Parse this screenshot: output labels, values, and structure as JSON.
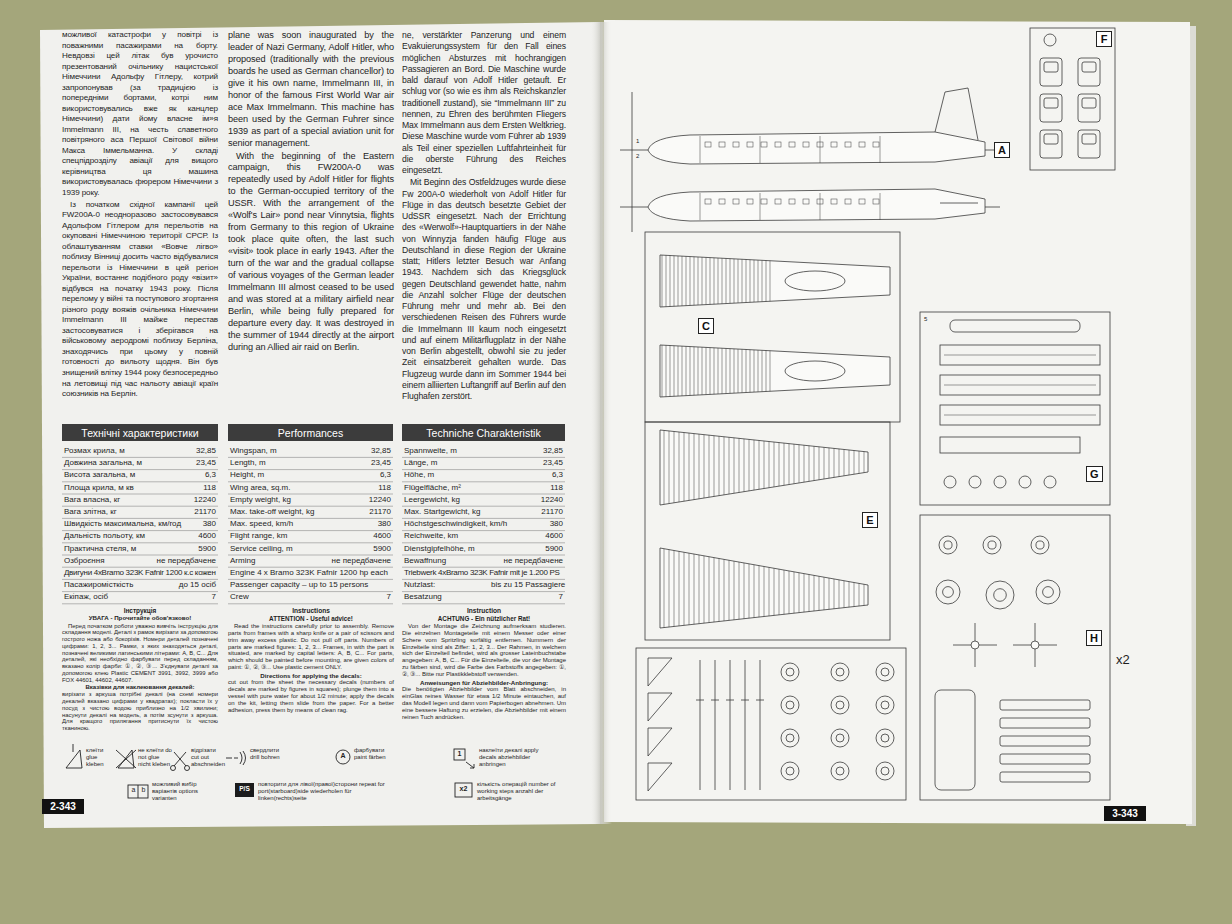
{
  "diagram": {
    "nodes": [
      {
        "text": [
          "Технічні характеристики"
        ]
      },
      {
        "text": [
          "Performances"
        ]
      },
      {
        "text": [
          "Techniche Charakteristik"
        ]
      },
      {
        "text": [
          "2-343"
        ]
      },
      {
        "text": [
          "A"
        ]
      },
      {
        "text": [
          "F"
        ]
      },
      {
        "text": [
          "C"
        ]
      },
      {
        "text": [
          "G"
        ]
      },
      {
        "text": [
          "E"
        ]
      },
      {
        "text": [
          "H"
        ]
      },
      {
        "text": [
          "3-343"
        ]
      }
    ],
    "labels": [
      "можливої катастрофи у повітрі із поважними пасажирами на борту. Невдовзі цей літак був урочисто презентований очільнику нацистської Німеччини Адольфу Гітлеру, котрий запропонував (за традицією із попередніми бортами, котрі ним використовувались вже як канцлер Німеччини) дати йому власне ім»я Immelmann III, на честь славетного повітряного аса Першої Світової війни Макса Іммельманна. У складі спецпідрозділу авіації для вищого керівництва ця машина використовувалась фюрером Німеччини з 1939 року.",
      "Із початком східної кампанії цей FW200A-0 неодноразово застосовувався Адольфом Гітлером для перельотів на окуповані Німеччиною території СРСР. Із облаштуванням ставки «Вовче лігво» поблизу Вінниці досить часто відбувалися перельоти із Німеччини в цей регіон України, востаннє подібного роду «візит» відбувся на початку 1943 року. Після перелому у війні та поступового згортання різного роду вояжів очільника Німеччини Immelmann III майже перестав застосовуватися і зберігався на військовому аеродромі поблизу Берліна, знаходячись при цьому у повній готовності до вильоту щодня. Він був знищений влітку 1944 року безпосередньо на летовищі під час нальоту авіації країн союзників на Берлін.",
      "plane was soon inaugurated by the leader of Nazi Germany, Adolf Hitler, who proposed (traditionally with the previous boards he used as German chancellor) to give it his own name, Immelmann III, in honor of the famous First World War air ace Max Immelmann. This machine has been used by the German Fuhrer since 1939 as part of a special aviation unit for senior management.",
      "With the beginning of the Eastern campaign, this FW200A-0 was repeatedly used by Adolf Hitler for flights to the German-occupied territory of the USSR. With the arrangement of the «Wolf's Lair» pond near Vinnytsia, flights from Germany to this region of Ukraine took place quite often, the last such «visit» took place in early 1943. After the turn of the war and the gradual collapse of various voyages of the German leader Immelmann III almost ceased to be used and was stored at a military airfield near Berlin, while being fully prepared for departure every day. It was destroyed in the summer of 1944 directly at the airport during an Allied air raid on Berlin.",
      "ne, verstärkter Panzerung und einem Evakuierungssystem für den Fall eines möglichen Absturzes mit hochrangigen Passagieren an Bord. Die Maschine wurde bald darauf von Adolf Hitler getauft. Er schlug vor (so wie es ihm als Reichskanzler traditionell zustand), sie “Immelmann III” zu nennen, zu Ehren des berühmten Fliegers Max Immelmann aus dem Ersten Weltkrieg. Diese Maschine wurde vom Führer ab 1939 als Teil einer speziellen Luftfahrteinheit für die oberste Führung des Reiches eingesetzt.",
      "Mit Beginn des Ostfeldzuges wurde diese Fw 200A-0 wiederholt von Adolf Hitler für Flüge in das deutsch besetzte Gebiet der UdSSR eingesetzt. Nach der Errichtung des «Werwolf»-Hauptquartiers in der Nähe von Winnyzja fanden häufig Flüge aus Deutschland in diese Region der Ukraine statt; Hitlers letzter Besuch war Anfang 1943. Nachdem sich das Kriegsglück gegen Deutschland gewendet hatte, nahm die Anzahl solcher Flüge der deutschen Führung mehr und mehr ab. Bei den verschiedenen Reisen des Führers wurde die Immelmann III kaum noch eingesetzt und auf einem Militärflugplatz in der Nähe von Berlin abgestellt, obwohl sie zu jeder Zeit einsatzbereit gehalten wurde. Das Flugzeug wurde dann im Sommer 1944 bei einem alliierten Luftangriff auf Berlin auf den Flughafen zerstört.",
      "Розмах крила, м",
      "32,85",
      "Довжина загальна, м",
      "23,45",
      "Висота загальна, м",
      "6,3",
      "Площа крила, м кв",
      "118",
      "Вага власна, кг",
      "12240",
      "Вага злітна, кг",
      "21170",
      "Швидкість максимальна, км/год",
      "380",
      "Дальність польоту, км",
      "4600",
      "Практична стеля, м",
      "5900",
      "Озброєння",
      "не передбачене",
      "Двигуни 4xBramo 323K Fafnir 1200 к.с кожен",
      "Пасажиромісткість",
      "до 15 осіб",
      "Екіпаж, осіб",
      "7",
      "Wingspan, m",
      "32,85",
      "Length, m",
      "23,45",
      "Height, m",
      "6,3",
      "Wing area, sq.m.",
      "118",
      "Empty weight, kg",
      "12240",
      "Max. take-off weight, kg",
      "21170",
      "Max. speed, km/h",
      "380",
      "Flight range, km",
      "4600",
      "Service ceiling, m",
      "5900",
      "Arming",
      "не передбачене",
      "Engine 4 x Bramo 323K Fafnir 1200 hp each",
      "Passenger capacity – up to 15 persons",
      "Crew",
      "7",
      "Spannweite, m",
      "32,85",
      "Länge, m",
      "23,45",
      "Höhe, m",
      "6,3",
      "Flügelfläche, m²",
      "118",
      "Leergewicht, kg",
      "12240",
      "Max. Startgewicht, kg",
      "21170",
      "Höchstgeschwindigkeit, km/h",
      "380",
      "Reichweite, km",
      "4600",
      "Dienstgipfelhöhe, m",
      "5900",
      "Bewaffnung",
      "не передбачене",
      "Triebwerk 4xBramo 323K Fafnir mit je 1.200 PS",
      "Nutzlast:",
      "bis zu 15 Passagiere",
      "Besatzung",
      "7",
      "Інструкція",
      "УВАГА - Прочитайте обов'язково!",
      "Перед початком роботи уважно вивчіть інструкцію для складання моделі. Деталі з рамок вирізати за допомогою гострого ножа або бокорізів. Номери деталей позначені цифрами: 1, 2, 3... Рамки, з яких знаходяться деталі, позначені великими латинськими літерами: A, B, C... Для деталей, які необхідно фарбувати перед складанням, вказано колір фарби: ①, ②, ③... З'єднувати деталі за допомогою клею Plastic CEMENT 3991, 3992, 3999 або FOX 44601, 44602, 44607.",
      "Вказівки для наклеювання декалей:",
      "вирізати з аркуша потрібні декалі (на схемі номери декалей вказано цифрами у квадратах); покласти їх у посуд з чистою водою приблизно на 1/2 хвилини; насунути декалі на модель, а потім зсунути з аркуша. Для кращого прилягання притиснути їх чистою тканиною.",
      "Instructions",
      "ATTENTION - Useful advice!",
      "Read the instructions carefully prior to assembly. Remove parts from frames with a sharp knife or a pair of scissors and trim away excess plastic. Do not pull off parts. Numbers of parts are marked figures: 1, 2, 3... Frames, in with the part is situated, are marked by capital letters: A, B, C... For parts, which should be painted before mounting, are given colors of paint: ①, ②, ③... Use plastic cement ONLY.",
      "Directions for applying the decals:",
      "cut out from the sheet the necessary decals (numbers of decals are marked by figures in squares); plunge them into a vessel with pure water for about 1/2 minute; apply the decals on the kit, letting them slide from the paper. For a better adhesion, press them by means of clean rag.",
      "Instruction",
      "ACHTUNG - Ein nützlicher Rat!",
      "Von der Montage die Zeichnung aufmerksam studieren. Die einzelnen Montageteile mit einem Messer oder einer Schere vom Spritzling sorfältig entfernen. Nummern der Einzelteile sind als Ziffer: 1, 2, 3... Der Rahmen, in welchem sich der Einzelteil befindet, wird als grosser Lateinbuchstabe angegeben: A, B, C... Für die Einzelteile, die vor der Montage zu färben sind, wird die Farbe des Farbstoffs angegeben: ①, ②, ③... Bitte nur Plastikklebstoff verwenden.",
      "Anweisungen für Abziehbilder-Anbringung:",
      "Die benötigten Abziehbilder vom Blatt abschneiden, in einGlas reines Wasser für etwa 1/2 Minute eintauchen, auf das Modell legen und dann vom Papierbogen abnehmen. Um eine bessere Haftung zu erzielen, die Abziehbilder mit einem reinen Tuch andrücken.",
      "A",
      "1",
      "a",
      "b",
      "P/S",
      "x2",
      "x2",
      "1",
      "2",
      "5"
    ],
    "legend": [
      {
        "text": "клеїти glue kleben"
      },
      {
        "text": "не клеїти do not glue nicht kleben"
      },
      {
        "text": "відрізати cut out abschneiden"
      },
      {
        "text": "свердлити drill bohren"
      },
      {
        "text": "фарбувати paint färben"
      },
      {
        "text": "наклеїти декалі apply decals abziehbilder anbringen"
      },
      {
        "text": "можливий вибір варіантів options varianten"
      },
      {
        "text": "повторити для лівої(правої)сторони repeat for port(starboard)side wiederholen für linken(rechts)seite"
      },
      {
        "text": "кількість операцій number of working steps anzahl der arbeitsgänge"
      }
    ]
  }
}
